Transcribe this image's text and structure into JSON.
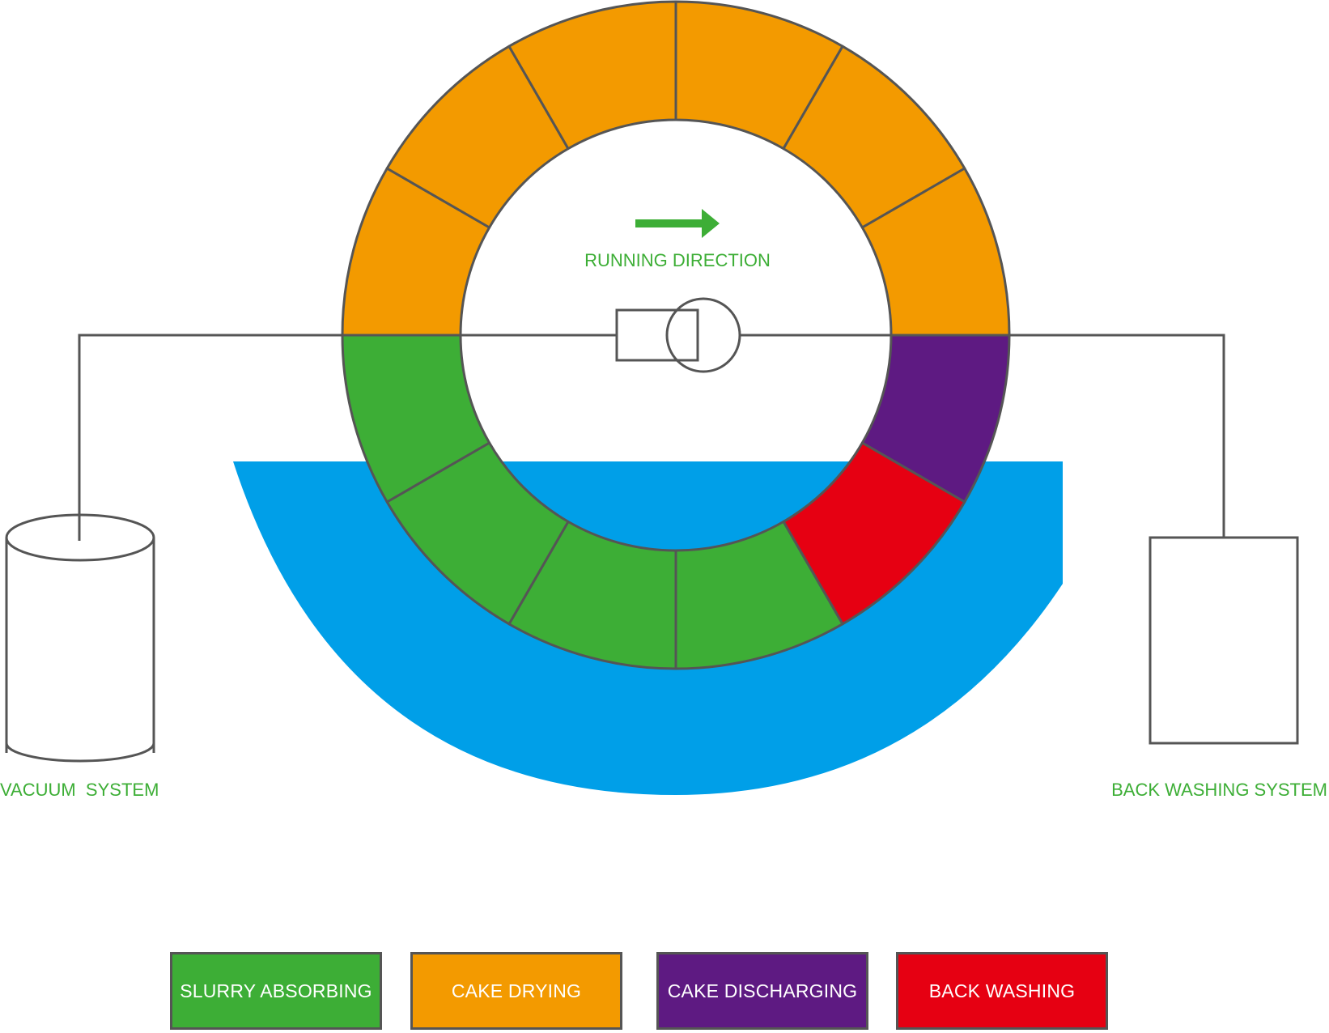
{
  "colors": {
    "slurry_absorbing": "#3DAE36",
    "cake_drying": "#F39A00",
    "cake_discharging": "#5E1A82",
    "back_washing": "#E60012",
    "slurry_tank": "#009FE8",
    "outline": "#555555",
    "label_text": "#3DAE36"
  },
  "wheel": {
    "sectors": [
      "cake_drying",
      "cake_drying",
      "cake_drying",
      "cake_drying",
      "cake_drying",
      "cake_drying",
      "cake_discharging",
      "back_washing",
      "slurry_absorbing",
      "slurry_absorbing",
      "slurry_absorbing",
      "slurry_absorbing"
    ]
  },
  "labels": {
    "running_direction": "RUNNING DIRECTION",
    "vacuum_system": "VACUUM  SYSTEM",
    "back_washing_system": "BACK WASHING SYSTEM"
  },
  "icons": {
    "direction_arrow": "right-arrow-icon",
    "shaft": "shaft-icon"
  },
  "legend": [
    {
      "label": "SLURRY ABSORBING",
      "color_key": "slurry_absorbing"
    },
    {
      "label": "CAKE DRYING",
      "color_key": "cake_drying"
    },
    {
      "label": "CAKE DISCHARGING",
      "color_key": "cake_discharging"
    },
    {
      "label": "BACK WASHING",
      "color_key": "back_washing"
    }
  ]
}
